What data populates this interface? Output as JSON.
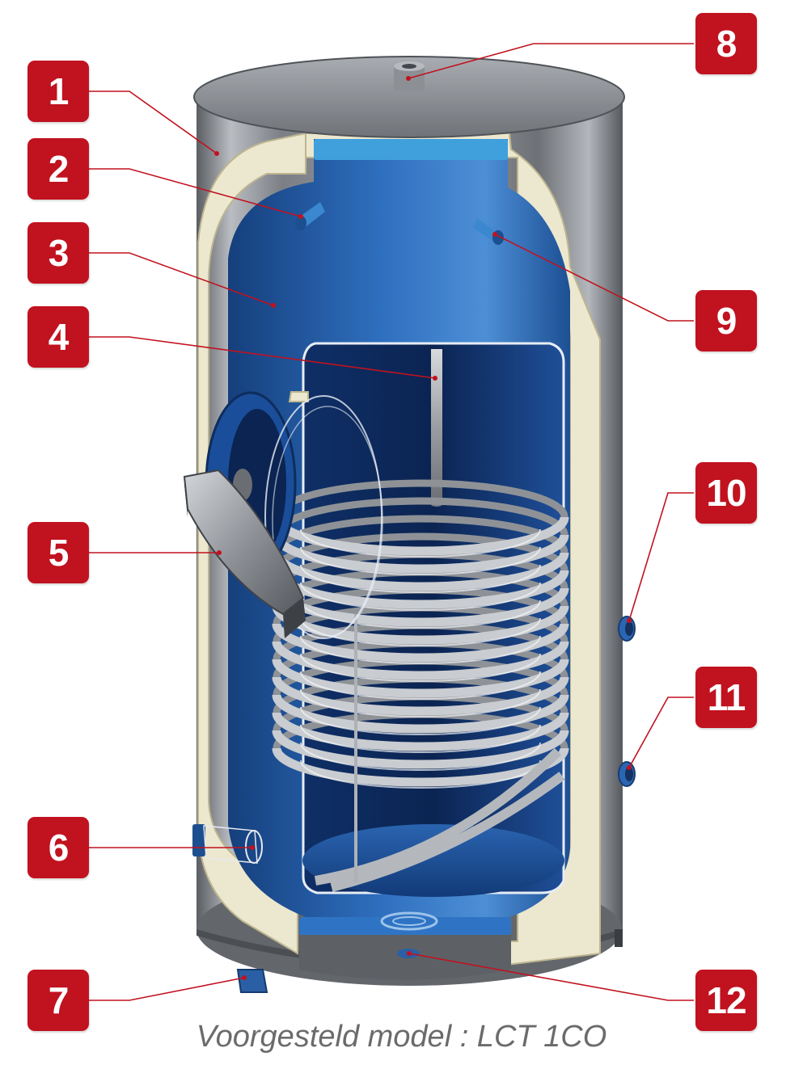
{
  "callouts": [
    {
      "number": "1",
      "side": "left"
    },
    {
      "number": "2",
      "side": "left"
    },
    {
      "number": "3",
      "side": "left"
    },
    {
      "number": "4",
      "side": "left"
    },
    {
      "number": "5",
      "side": "left"
    },
    {
      "number": "6",
      "side": "left"
    },
    {
      "number": "7",
      "side": "left"
    },
    {
      "number": "8",
      "side": "right"
    },
    {
      "number": "9",
      "side": "right"
    },
    {
      "number": "10",
      "side": "right"
    },
    {
      "number": "11",
      "side": "right"
    },
    {
      "number": "12",
      "side": "right"
    }
  ],
  "caption": "Voorgesteld model : LCT 1CO",
  "colors": {
    "badge": "#c1121f",
    "leader": "#c1121f",
    "steel": "#8e9297",
    "insulation": "#ece7cf",
    "tank_blue": "#1e5fae",
    "coil": "#c9ccd0",
    "caption_text": "#6b6b6b"
  }
}
